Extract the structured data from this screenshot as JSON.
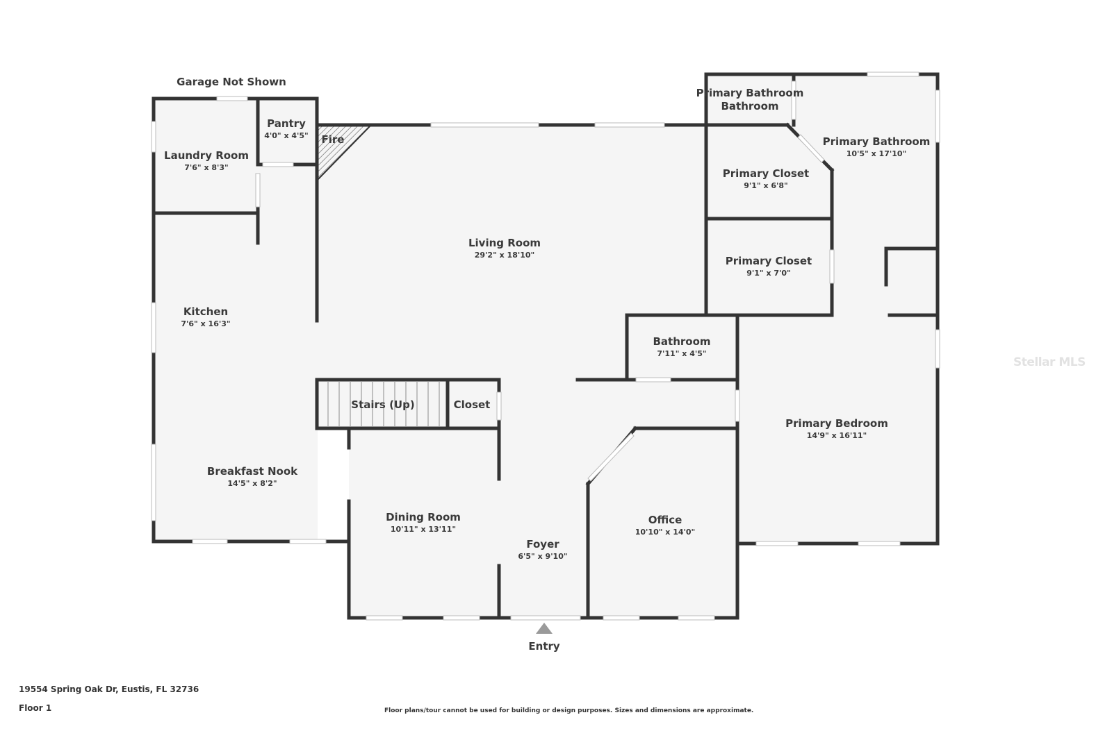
{
  "plan": {
    "address": "19554 Spring Oak Dr, Eustis, FL 32736",
    "floor": "Floor 1",
    "disclaimer": "Floor plans/tour cannot be used for building or design purposes. Sizes and dimensions are approximate.",
    "watermark": "Stellar MLS",
    "notes": {
      "garage": "Garage Not Shown",
      "entry": "Entry",
      "fireplace": "Fire"
    },
    "colors": {
      "wall": "#333333",
      "floor": "#f5f5f5",
      "window": "#ffffff",
      "background": "#ffffff"
    }
  },
  "rooms": [
    {
      "id": "laundry-room",
      "name": "Laundry Room",
      "dims": "7'6\" x 8'3\""
    },
    {
      "id": "pantry",
      "name": "Pantry",
      "dims": "4'0\" x 4'5\""
    },
    {
      "id": "kitchen",
      "name": "Kitchen",
      "dims": "7'6\" x 16'3\""
    },
    {
      "id": "living-room",
      "name": "Living Room",
      "dims": "29'2\" x 18'10\""
    },
    {
      "id": "primary-bathroom-wc",
      "name": "Primary Bathroom",
      "dims": ""
    },
    {
      "id": "primary-bathroom",
      "name": "Primary Bathroom",
      "dims": "10'5\" x 17'10\""
    },
    {
      "id": "primary-closet-1",
      "name": "Primary Closet",
      "dims": "9'1\" x 6'8\""
    },
    {
      "id": "primary-closet-2",
      "name": "Primary Closet",
      "dims": "9'1\" x 7'0\""
    },
    {
      "id": "bathroom",
      "name": "Bathroom",
      "dims": "7'11\" x 4'5\""
    },
    {
      "id": "stairs",
      "name": "Stairs (Up)",
      "dims": ""
    },
    {
      "id": "closet",
      "name": "Closet",
      "dims": ""
    },
    {
      "id": "primary-bedroom",
      "name": "Primary Bedroom",
      "dims": "14'9\" x 16'11\""
    },
    {
      "id": "breakfast-nook",
      "name": "Breakfast Nook",
      "dims": "14'5\" x 8'2\""
    },
    {
      "id": "dining-room",
      "name": "Dining Room",
      "dims": "10'11\" x 13'11\""
    },
    {
      "id": "foyer",
      "name": "Foyer",
      "dims": "6'5\" x 9'10\""
    },
    {
      "id": "office",
      "name": "Office",
      "dims": "10'10\" x 14'0\""
    }
  ]
}
